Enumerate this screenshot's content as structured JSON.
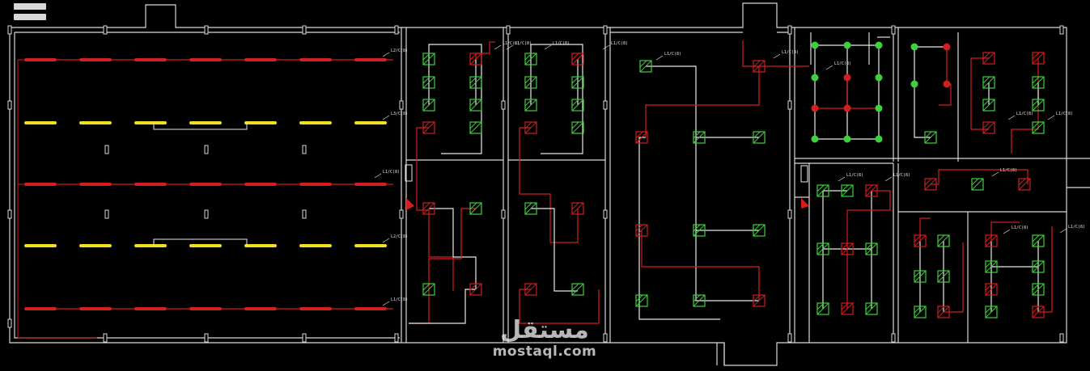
{
  "colors": {
    "background": "#000000",
    "wall": "#d9d9d9",
    "circuit_red": "#d21e1e",
    "circuit_white": "#e8e8e8",
    "fixture_green": "#3cd23c",
    "fixture_yellow": "#f0e020",
    "fixture_red": "#d21e1e"
  },
  "circuit_labels": [
    "L2/C(8)",
    "L3/C(8)",
    "L1/C(8)",
    "L2/C(8)",
    "L1/C(8)",
    "L1/C(8)",
    "L1/C(8)",
    "L1/C(8)",
    "L1/C(8)",
    "L1/C(8)",
    "L1/C(8)",
    "L1/C(8)",
    "L1/C(8)",
    "L1/C(8)",
    "L1/C(8)",
    "L1/C(8)",
    "L1/C(8)",
    "L1/C(8)",
    "L1/C(8)"
  ],
  "watermark": {
    "arabic": "مستقل",
    "latin": "mostaql.com"
  },
  "icons": [
    "menu-icon"
  ]
}
